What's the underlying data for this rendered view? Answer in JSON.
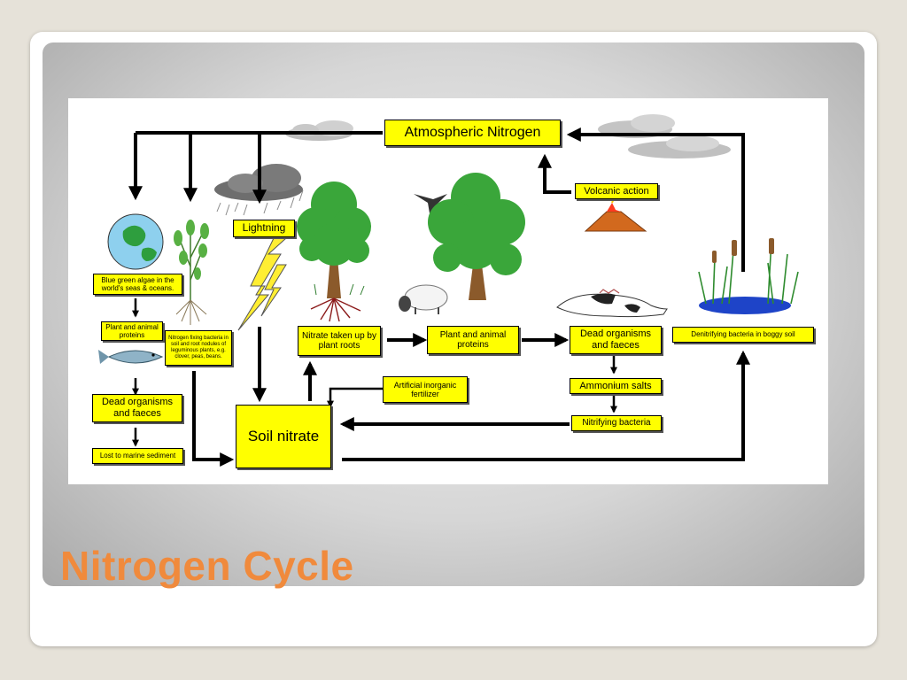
{
  "slide": {
    "title": "Nitrogen Cycle"
  },
  "diagram": {
    "atmospheric_nitrogen": "Atmospheric Nitrogen",
    "volcanic_action": "Volcanic action",
    "lightning": "Lightning",
    "blue_green_algae": "Blue green algae in the world's seas & oceans.",
    "plant_animal_proteins_sea": "Plant and animal proteins",
    "nitrogen_fixing_bacteria": "Nitrogen fixing bacteria in soil and root nodules of leguminous plants, e.g. clover, peas, beans.",
    "dead_organisms_sea": "Dead organisms and faeces",
    "lost_to_marine_sediment": "Lost to marine sediment",
    "nitrate_taken_up": "Nitrate taken up by plant roots",
    "plant_animal_proteins_land": "Plant and animal proteins",
    "dead_organisms_land": "Dead organisms and faeces",
    "ammonium_salts": "Ammonium salts",
    "nitrifying_bacteria": "Nitrifying bacteria",
    "denitrifying_bacteria": "Denitrifying bacteria in boggy soil",
    "artificial_fertilizer": "Artificial inorganic fertilizer",
    "soil_nitrate": "Soil nitrate"
  },
  "colors": {
    "box_fill": "#ffff00",
    "title": "#f08a3c",
    "arrow": "#000000"
  },
  "icons": [
    "globe-icon",
    "clover-plant-icon",
    "storm-cloud-icon",
    "lightning-bolt-icon",
    "tree-icon",
    "bird-icon",
    "sheep-icon",
    "dead-cow-icon",
    "volcano-icon",
    "fish-icon",
    "cloud-icon",
    "bog-reeds-icon"
  ]
}
